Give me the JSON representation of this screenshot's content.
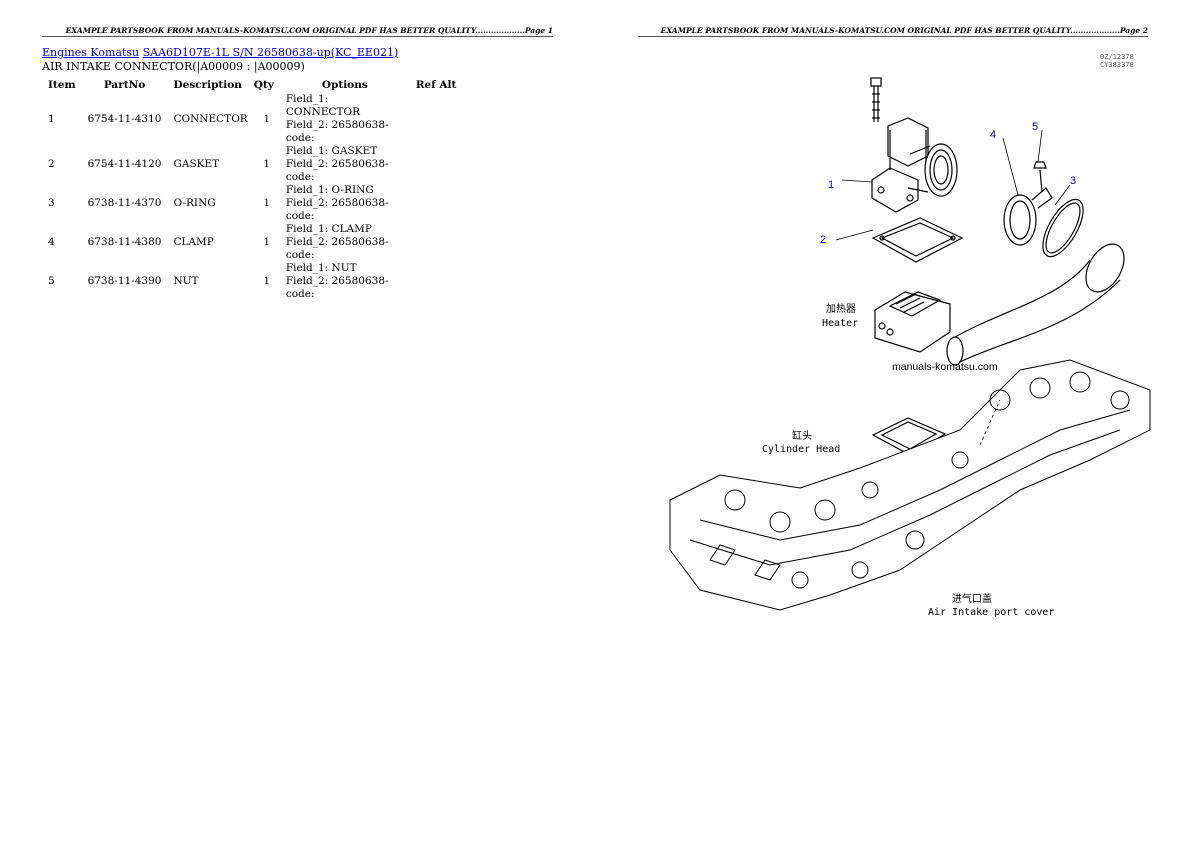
{
  "header": {
    "page1": "EXAMPLE PARTSBOOK FROM MANUALS-KOMATSU.COM ORIGINAL PDF HAS BETTER QUALITY...................Page 1",
    "page2": "EXAMPLE PARTSBOOK FROM MANUALS-KOMATSU.COM ORIGINAL PDF HAS BETTER QUALITY...................Page 2"
  },
  "breadcrumb": {
    "link1": "Engines Komatsu",
    "link2": "SAA6D107E-1L S/N 26580638-up(KC_EE021)"
  },
  "subtitle": "AIR INTAKE CONNECTOR(|A00009 : |A00009)",
  "table": {
    "headers": [
      "Item",
      "PartNo",
      "Description",
      "Qty",
      "Options",
      "Ref Alt"
    ],
    "rows": [
      {
        "item": "1",
        "partno": "6754-11-4310",
        "desc": "CONNECTOR",
        "qty": "1",
        "opt1": "Field_1: CONNECTOR",
        "opt2": "Field_2: 26580638-",
        "opt3": "code:"
      },
      {
        "item": "2",
        "partno": "6754-11-4120",
        "desc": "GASKET",
        "qty": "1",
        "opt1": "Field_1: GASKET",
        "opt2": "Field_2: 26580638-",
        "opt3": "code:"
      },
      {
        "item": "3",
        "partno": "6738-11-4370",
        "desc": "O-RING",
        "qty": "1",
        "opt1": "Field_1: O-RING",
        "opt2": "Field_2: 26580638-",
        "opt3": "code:"
      },
      {
        "item": "4",
        "partno": "6738-11-4380",
        "desc": "CLAMP",
        "qty": "1",
        "opt1": "Field_1: CLAMP",
        "opt2": "Field_2: 26580638-",
        "opt3": "code:"
      },
      {
        "item": "5",
        "partno": "6738-11-4390",
        "desc": "NUT",
        "qty": "1",
        "opt1": "Field_1: NUT",
        "opt2": "Field_2: 26580638-",
        "opt3": "code:"
      }
    ]
  },
  "figure": {
    "code1": "0Z/12378",
    "code2": "CY383378",
    "callouts": [
      "1",
      "2",
      "3",
      "4",
      "5"
    ],
    "heater_cn": "加热器",
    "heater_en": "Heater",
    "watermark": "manuals-komatsu.com",
    "cylhead_cn": "缸头",
    "cylhead_en": "Cylinder Head",
    "aipc_cn": "进气口盖",
    "aipc_en": "Air Intake port cover"
  }
}
